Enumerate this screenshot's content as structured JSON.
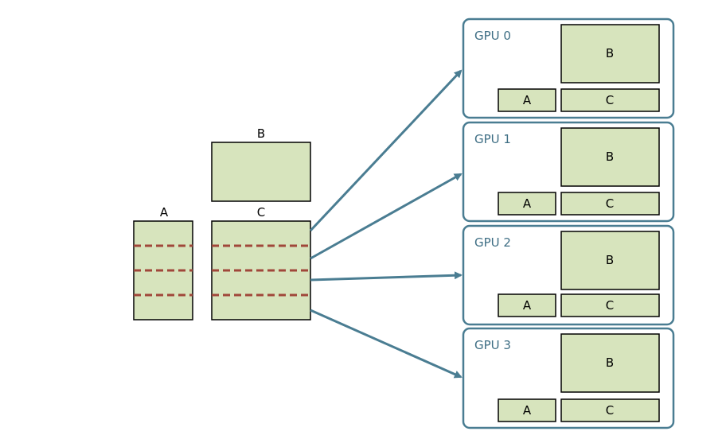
{
  "source": {
    "matrix_a": {
      "label": "A"
    },
    "matrix_b": {
      "label": "B"
    },
    "matrix_c": {
      "label": "C"
    }
  },
  "gpus": [
    {
      "title": "GPU 0",
      "a_label": "A",
      "b_label": "B",
      "c_label": "C"
    },
    {
      "title": "GPU 1",
      "a_label": "A",
      "b_label": "B",
      "c_label": "C"
    },
    {
      "title": "GPU 2",
      "a_label": "A",
      "b_label": "B",
      "c_label": "C"
    },
    {
      "title": "GPU 3",
      "a_label": "A",
      "b_label": "B",
      "c_label": "C"
    }
  ],
  "colors": {
    "matrix_fill": "#d7e4bd",
    "gpu_border": "#4a7d92",
    "split_line": "#a0473a",
    "arrow": "#4a7d92"
  }
}
